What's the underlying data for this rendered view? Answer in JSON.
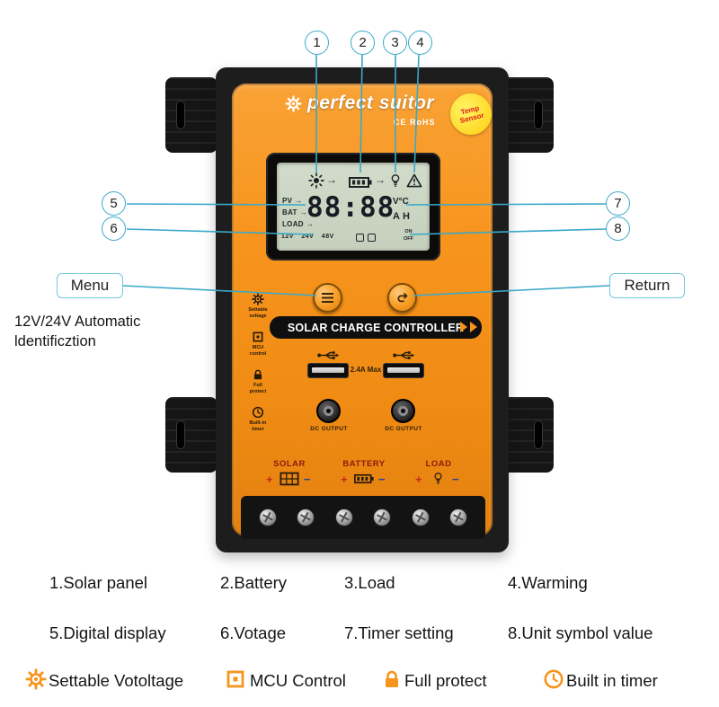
{
  "callouts": {
    "n1": "1",
    "n2": "2",
    "n3": "3",
    "n4": "4",
    "n5": "5",
    "n6": "6",
    "n7": "7",
    "n8": "8",
    "menu_label": "Menu",
    "return_label": "Return",
    "auto_id_line1": "12V/24V Automatic",
    "auto_id_line2": "ldentificztion"
  },
  "device": {
    "brand": "perfect suitor",
    "cert": "CE RoHS",
    "badge": "Temp Sensor",
    "band_title": "SOLAR CHARGE CONTROLLER",
    "usb_max": "2.4A Max",
    "dc_output": "DC OUTPUT",
    "lcd": {
      "row_labels": [
        "PV",
        "BAT",
        "LOAD"
      ],
      "digits": "88:88",
      "unit_top": "V°C",
      "unit_bottom": "AH",
      "voltages": "12V 24V 48V",
      "on_label": "ON",
      "off_label": "OFF"
    },
    "terminals": [
      {
        "label": "SOLAR",
        "plus": "+",
        "minus": "−"
      },
      {
        "label": "BATTERY",
        "plus": "+",
        "minus": "−"
      },
      {
        "label": "LOAD",
        "plus": "+",
        "minus": "−"
      }
    ],
    "side_features": [
      {
        "line1": "Settable",
        "line2": "voltage"
      },
      {
        "line1": "MCU",
        "line2": "control"
      },
      {
        "line1": "Full",
        "line2": "protect"
      },
      {
        "line1": "Built-in",
        "line2": "timer"
      }
    ],
    "icons": {
      "lcd_row": [
        "sun-icon",
        "arrow-icon",
        "battery-icon",
        "arrow-icon",
        "bulb-icon",
        "warning-icon"
      ],
      "buttons": [
        "menu-icon",
        "return-icon"
      ],
      "usb": "usb-trident-logo"
    }
  },
  "legend": {
    "row1": [
      "1.Solar panel",
      "2.Battery",
      "3.Load",
      "4.Warming"
    ],
    "row2": [
      "5.Digital display",
      "6.Votage",
      "7.Timer setting",
      "8.Unit symbol value"
    ],
    "features": [
      {
        "icon": "gear-icon",
        "label": "Settable Votoltage"
      },
      {
        "icon": "mcu-icon",
        "label": "MCU Control"
      },
      {
        "icon": "lock-icon",
        "label": "Full protect"
      },
      {
        "icon": "clock-icon",
        "label": "Built in timer"
      }
    ]
  },
  "colors": {
    "panel_orange": "#f7941d",
    "body_black": "#1d1d1d",
    "lcd_green": "#ccd6c4",
    "callout_blue": "#3aa8c8",
    "badge_yellow": "#ffd928",
    "terminal_red": "#8a1a0e"
  }
}
